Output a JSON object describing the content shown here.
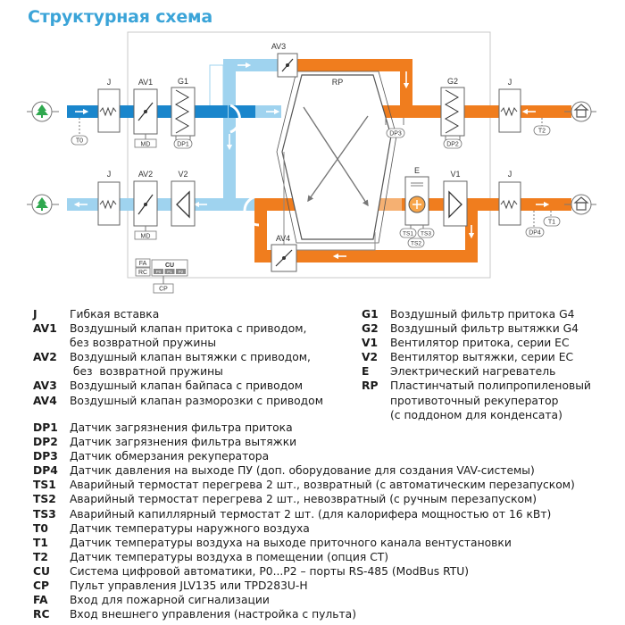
{
  "title": "Структурная схема",
  "diagram": {
    "labels": {
      "J_top": "J",
      "AV1": "AV1",
      "G1": "G1",
      "AV3": "AV3",
      "RP": "RP",
      "G2": "G2",
      "J_top_right": "J",
      "J_bottom": "J",
      "AV2": "AV2",
      "V2": "V2",
      "E": "E",
      "V1": "V1",
      "J_bottom_right": "J",
      "AV4": "AV4",
      "MD_top": "MD",
      "MD_bottom": "MD",
      "DP1": "DP1",
      "DP2": "DP2",
      "DP3": "DP3",
      "DP4": "DP4",
      "T0": "T0",
      "T1": "T1",
      "T2": "T2",
      "TS1": "TS1",
      "TS2": "TS2",
      "TS3": "TS3",
      "FA": "FA",
      "RC": "RC",
      "CU": "CU",
      "P0": "P0",
      "P1": "P1",
      "P2": "P2",
      "CP": "CP"
    },
    "colors": {
      "supply": "#1a86cc",
      "supply_light": "#9fd3ef",
      "exhaust": "#f07d1e",
      "exhaust_light": "#f5b072",
      "outline": "#555555",
      "tree": "#2fa84f"
    },
    "icons": {
      "outdoor": "tree-icon",
      "indoor": "house-icon"
    }
  },
  "legend_left": [
    {
      "code": "J",
      "desc": "Гибкая вставка"
    },
    {
      "code": "AV1",
      "desc": "Воздушный клапан притока с приводом,\nбез возвратной пружины"
    },
    {
      "code": "AV2",
      "desc": "Воздушный клапан вытяжки с приводом,\n без  возвратной пружины"
    },
    {
      "code": "AV3",
      "desc": "Воздушный клапан байпаса с приводом"
    },
    {
      "code": "AV4",
      "desc": "Воздушный клапан разморозки с приводом"
    }
  ],
  "legend_right": [
    {
      "code": "G1",
      "desc": "Воздушный фильтр притока G4"
    },
    {
      "code": "G2",
      "desc": "Воздушный фильтр вытяжки G4"
    },
    {
      "code": "V1",
      "desc": "Вентилятор притока, серии ЕС"
    },
    {
      "code": "V2",
      "desc": "Вентилятор вытяжки, серии ЕС"
    },
    {
      "code": "E",
      "desc": "Электрический нагреватель"
    },
    {
      "code": "RP",
      "desc": "Пластинчатый полипропиленовый\nпротивоточный рекуператор\n(с поддоном для конденсата)"
    }
  ],
  "legend_bottom": [
    {
      "code": "DP1",
      "desc": "Датчик загрязнения фильтра притока"
    },
    {
      "code": "DP2",
      "desc": "Датчик загрязнения фильтра вытяжки"
    },
    {
      "code": "DP3",
      "desc": "Датчик обмерзания рекуператора"
    },
    {
      "code": "DP4",
      "desc": "Датчик давления на выходе ПУ (доп. оборудование для создания VAV-системы)"
    },
    {
      "code": "TS1",
      "desc": "Аварийный термостат перегрева 2 шт., возвратный (с автоматическим перезапуском)"
    },
    {
      "code": "TS2",
      "desc": "Аварийный термостат перегрева 2 шт., невозвратный (с ручным перезапуском)"
    },
    {
      "code": "TS3",
      "desc": "Аварийный капиллярный термостат 2 шт. (для калорифера мощностью от 16 кВт)"
    },
    {
      "code": "T0",
      "desc": "Датчик температуры наружного воздуха"
    },
    {
      "code": "T1",
      "desc": "Датчик температуры воздуха на выходе приточного канала вентустановки"
    },
    {
      "code": "T2",
      "desc": "Датчик температуры воздуха в помещении (опция СТ)"
    },
    {
      "code": "CU",
      "desc": "Система цифровой автоматики, P0...P2 – порты RS-485 (ModBus RTU)"
    },
    {
      "code": "CP",
      "desc": "Пульт управления JLV135 или TPD283U-H"
    },
    {
      "code": "FA",
      "desc": "Вход для пожарной сигнализации"
    },
    {
      "code": "RC",
      "desc": "Вход внешнего управления (настройка с пульта)"
    }
  ]
}
